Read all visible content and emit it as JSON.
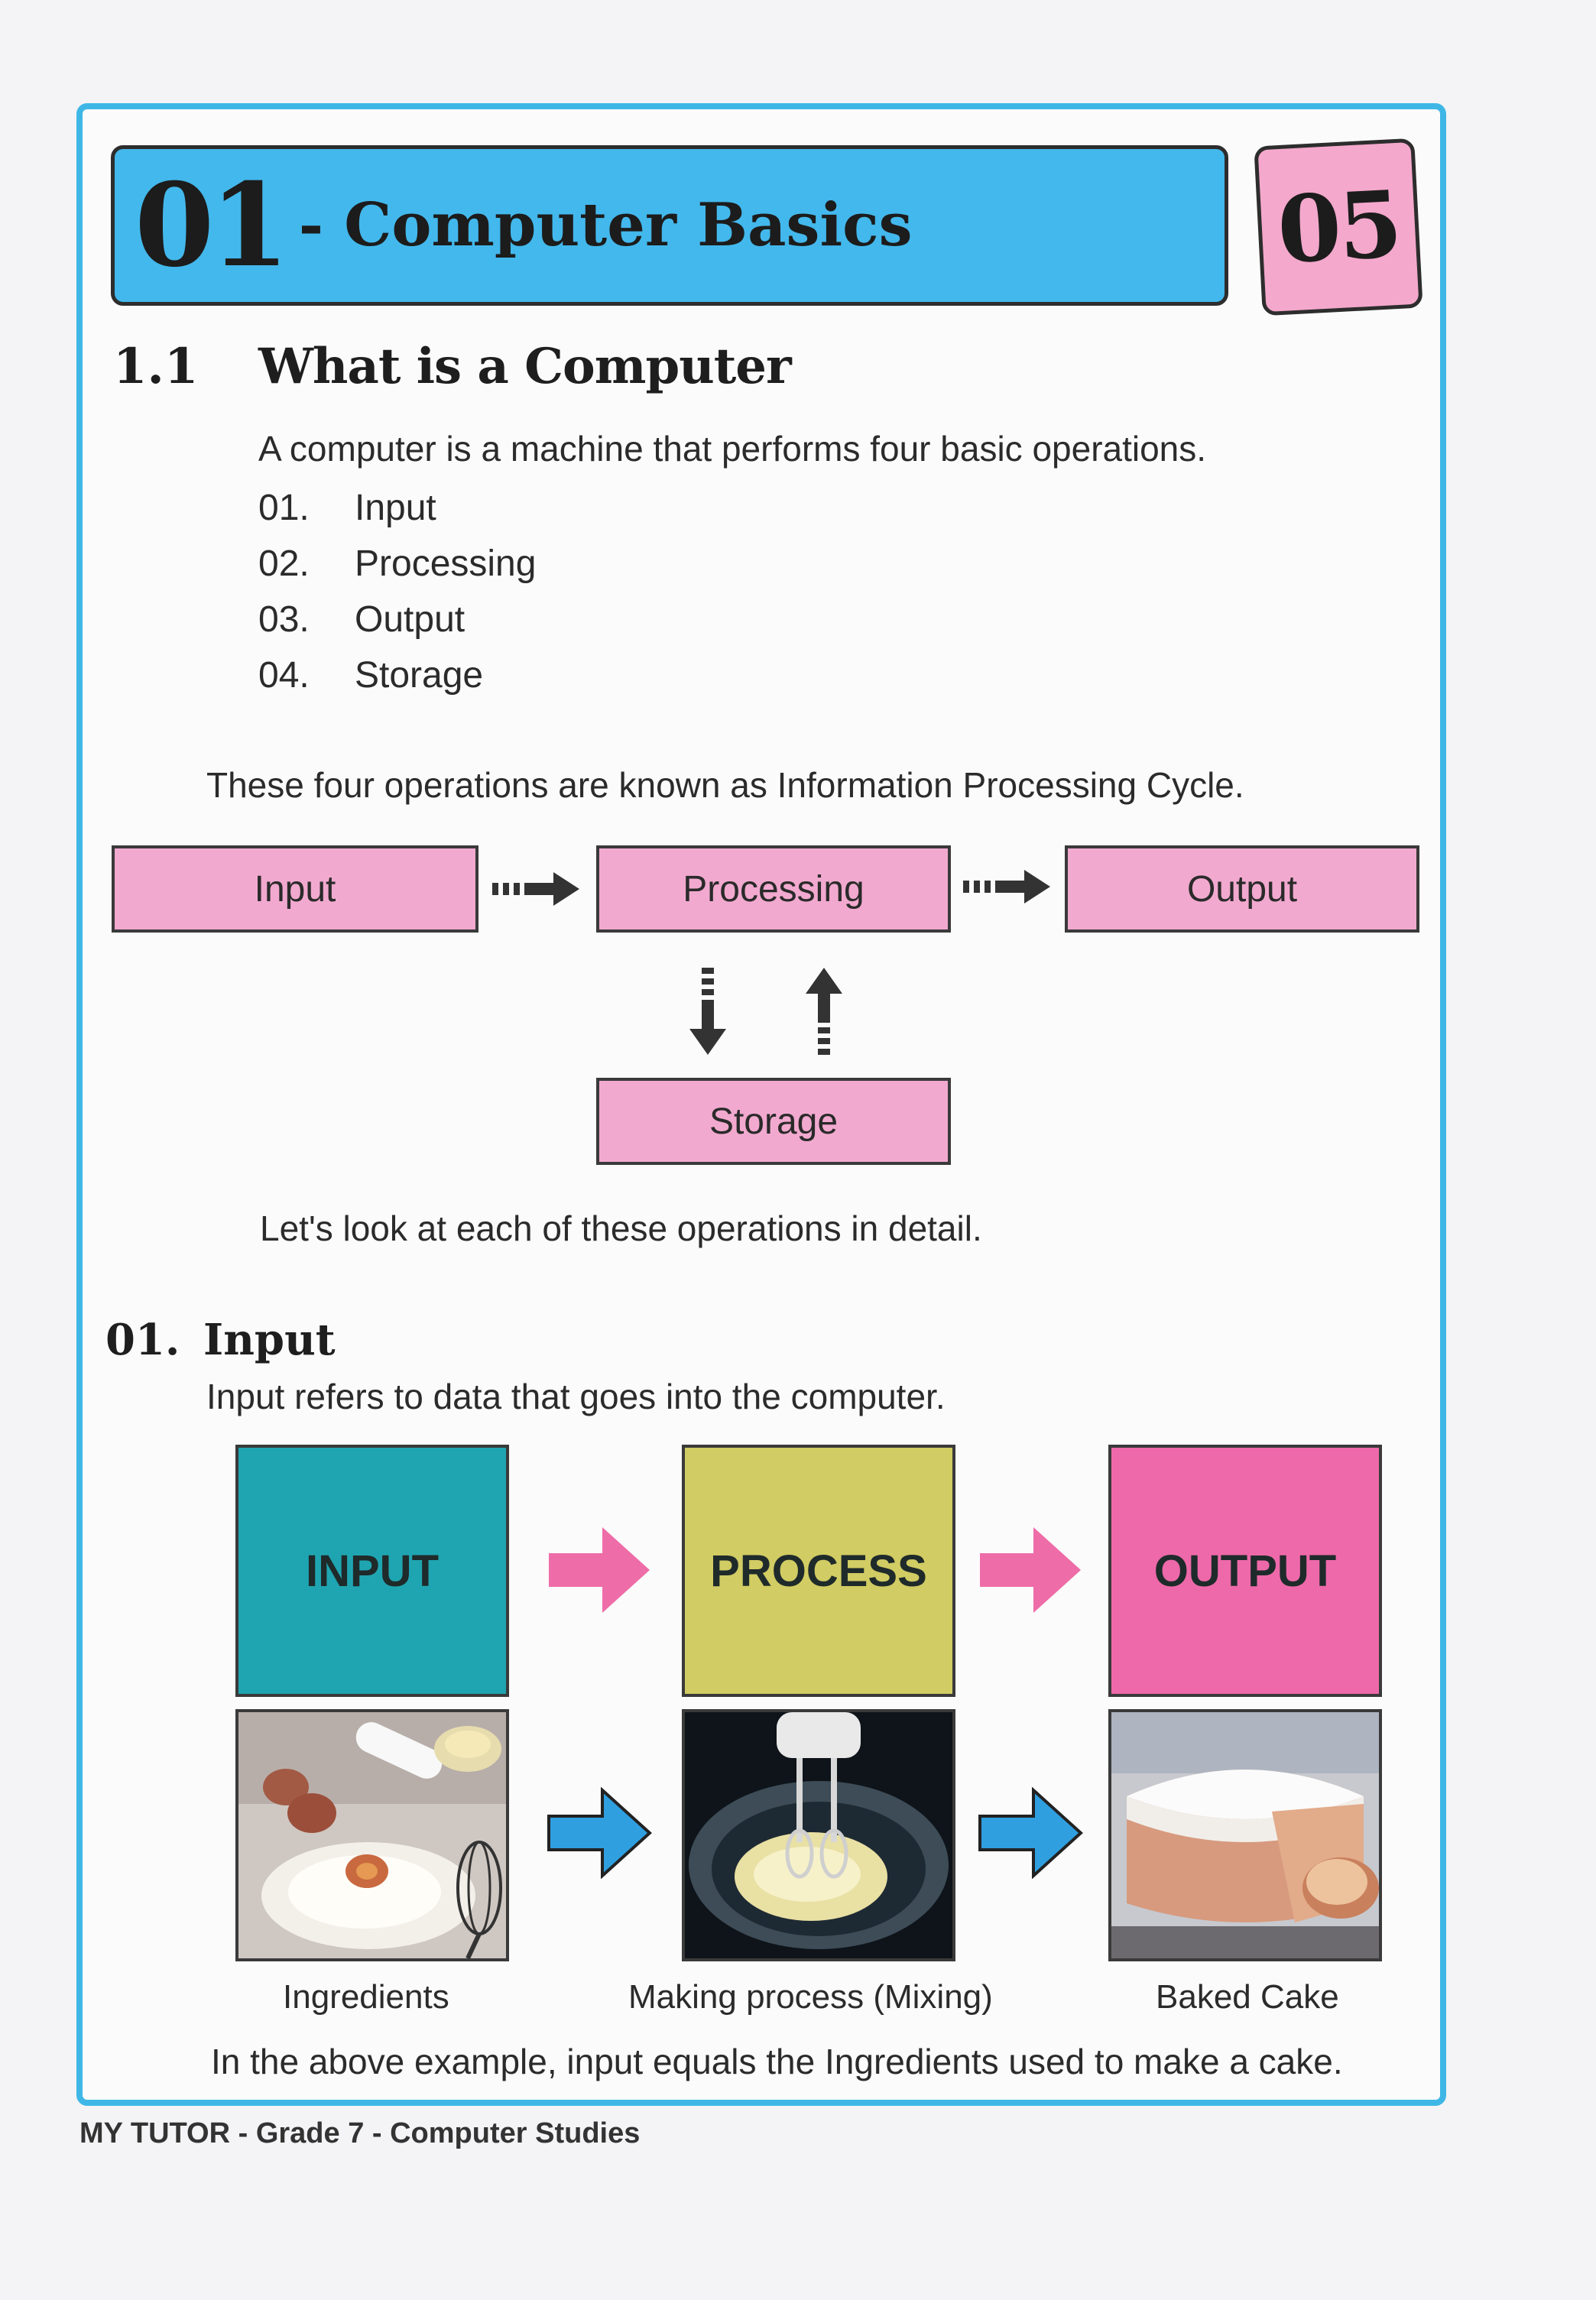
{
  "chapter": {
    "number": "01",
    "separator": "-",
    "title": "Computer Basics",
    "page_badge": "05"
  },
  "section": {
    "number": "1.1",
    "title": "What is a Computer",
    "intro": "A computer is a machine that performs four basic operations.",
    "operations": [
      {
        "no": "01.",
        "label": "Input"
      },
      {
        "no": "02.",
        "label": "Processing"
      },
      {
        "no": "03.",
        "label": "Output"
      },
      {
        "no": "04.",
        "label": "Storage"
      }
    ],
    "cycle_sentence": "These four operations are known as Information Processing Cycle.",
    "cycle": {
      "input": "Input",
      "processing": "Processing",
      "output": "Output",
      "storage": "Storage"
    },
    "detail_sentence": "Let's look at each of these operations in detail."
  },
  "input_section": {
    "number": "01.",
    "title": "Input",
    "definition": "Input refers to data that goes into the computer.",
    "ipo_labels": {
      "input": "INPUT",
      "process": "PROCESS",
      "output": "OUTPUT"
    },
    "ipo_colors": {
      "input": "#1fa5b1",
      "process": "#d1cc63",
      "output": "#ee69aa",
      "pink_arrow": "#ee6ca8",
      "blue_arrow": "#2f9fe0"
    },
    "captions": {
      "ingredients": "Ingredients",
      "mixing": "Making process (Mixing)",
      "cake": "Baked Cake"
    },
    "example_sentence": "In the above example, input equals the Ingredients used to make a cake."
  },
  "footer": "MY TUTOR - Grade 7 - Computer Studies"
}
